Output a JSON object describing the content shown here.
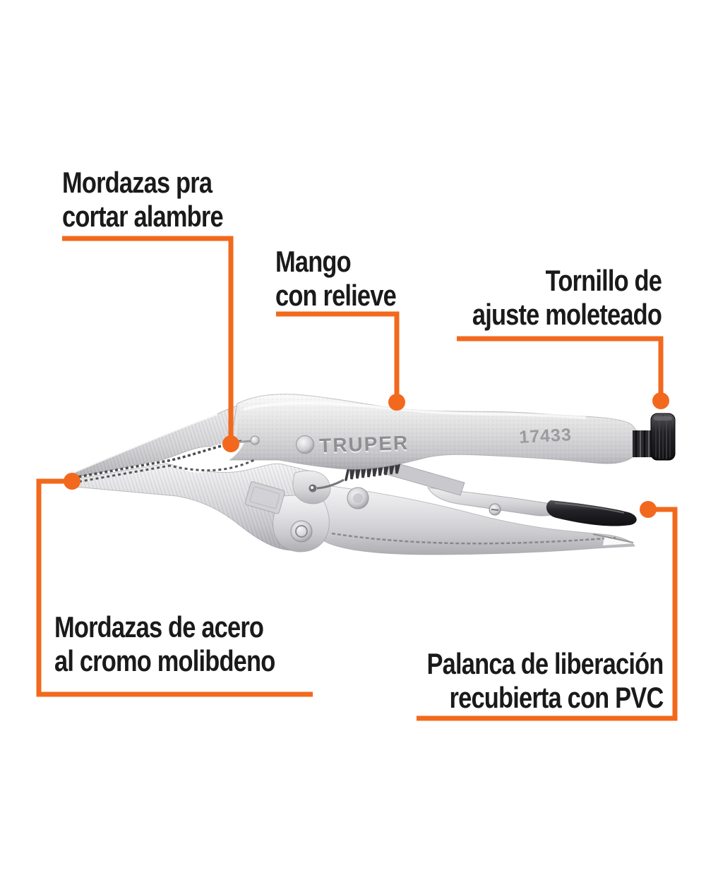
{
  "product": {
    "brand": "TRUPER",
    "model": "17433"
  },
  "colors": {
    "accent": "#F2691D",
    "label_text": "#1A1A1A",
    "metal_light": "#F2F2F4",
    "metal_mid": "#CFCFD3",
    "metal_dark": "#A9A9AD",
    "pvc_black": "#141416"
  },
  "callouts": [
    {
      "id": "wire-cutter-jaws",
      "lines": [
        "Mordazas pra",
        "cortar alambre"
      ]
    },
    {
      "id": "textured-handle",
      "lines": [
        "Mango",
        "con relieve"
      ]
    },
    {
      "id": "adjusting-screw",
      "lines": [
        "Tornillo de",
        "ajuste moleteado"
      ]
    },
    {
      "id": "steel-jaws",
      "lines": [
        "Mordazas de acero",
        "al cromo molibdeno"
      ]
    },
    {
      "id": "release-lever",
      "lines": [
        "Palanca de liberación",
        "recubierta con PVC"
      ]
    }
  ]
}
